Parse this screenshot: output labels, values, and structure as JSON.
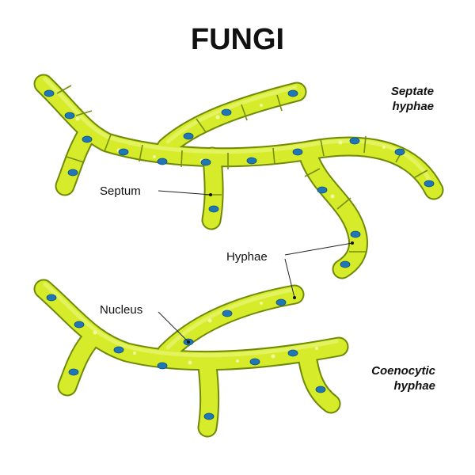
{
  "title": "FUNGI",
  "groups": {
    "septate": {
      "line1": "Septate",
      "line2": "hyphae"
    },
    "coenocytic": {
      "line1": "Coenocytic",
      "line2": "hyphae"
    }
  },
  "callouts": {
    "septum": "Septum",
    "hyphae": "Hyphae",
    "nucleus": "Nucleus"
  },
  "colors": {
    "hypha_fill": "#d6ec2a",
    "hypha_outline": "#6f8a09",
    "nucleus": "#1f78b5",
    "text": "#111111"
  }
}
